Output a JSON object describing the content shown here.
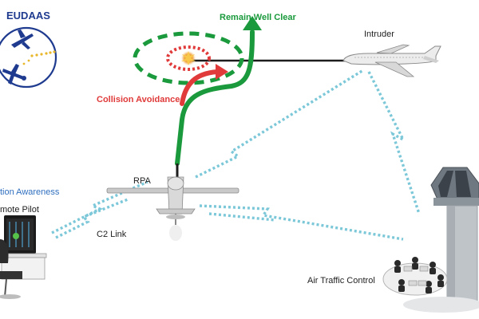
{
  "logo": {
    "text": "EUDAAS"
  },
  "labels": {
    "remain_well_clear": "Remain Well Clear",
    "collision_avoidance": "Collision Avoidance",
    "intruder": "Intruder",
    "rpa": "RPA",
    "situation_awareness": "tion Awareness",
    "remote_pilot": "mote Pilot",
    "c2_link": "C2 Link",
    "air_traffic_control": "Air Traffic Control"
  },
  "colors": {
    "remain_well_clear": "#1a9a3c",
    "collision_avoidance": "#e03a3a",
    "situation_awareness": "#2f6fbf",
    "datalink": "#7cc8d9",
    "logo_blue": "#1f3b8f",
    "logo_gold": "#e8b82a"
  }
}
